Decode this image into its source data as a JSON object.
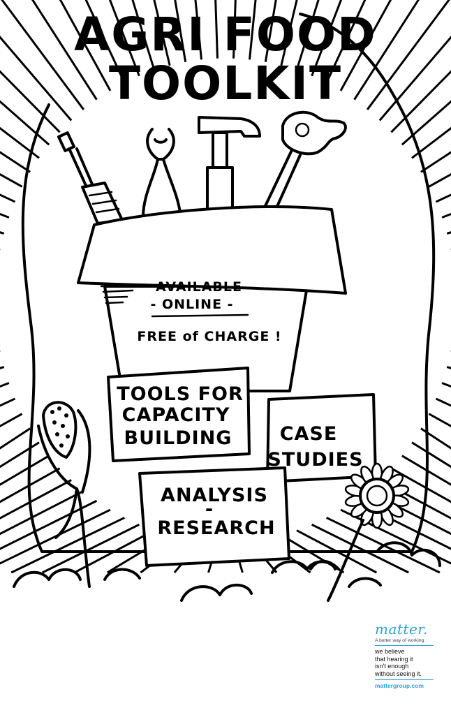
{
  "poster": {
    "title_line1": "AGRI FOOD",
    "title_line2": "TOOLKIT",
    "bucket": {
      "line1": "AVAILABLE",
      "line2": "- ONLINE -",
      "line3": "FREE of CHARGE !"
    },
    "boxes": {
      "tools": [
        "TOOLS FOR",
        "CAPACITY",
        "BUILDING"
      ],
      "case": [
        "CASE",
        "STUDIES"
      ],
      "analysis": [
        "ANALYSIS",
        "-",
        "RESEARCH"
      ]
    },
    "icons": [
      "screwdriver-icon",
      "pliers-icon",
      "hammer-icon",
      "wrench-icon",
      "corn-icon",
      "sunflower-icon"
    ]
  },
  "logo": {
    "mark": "matter.",
    "tagline": "A better way of working.",
    "message": [
      "we believe",
      "that hearing it",
      "isn't enough",
      "without seeing it."
    ],
    "url": "mattergroup.com",
    "accent": "#2aa3d9"
  }
}
